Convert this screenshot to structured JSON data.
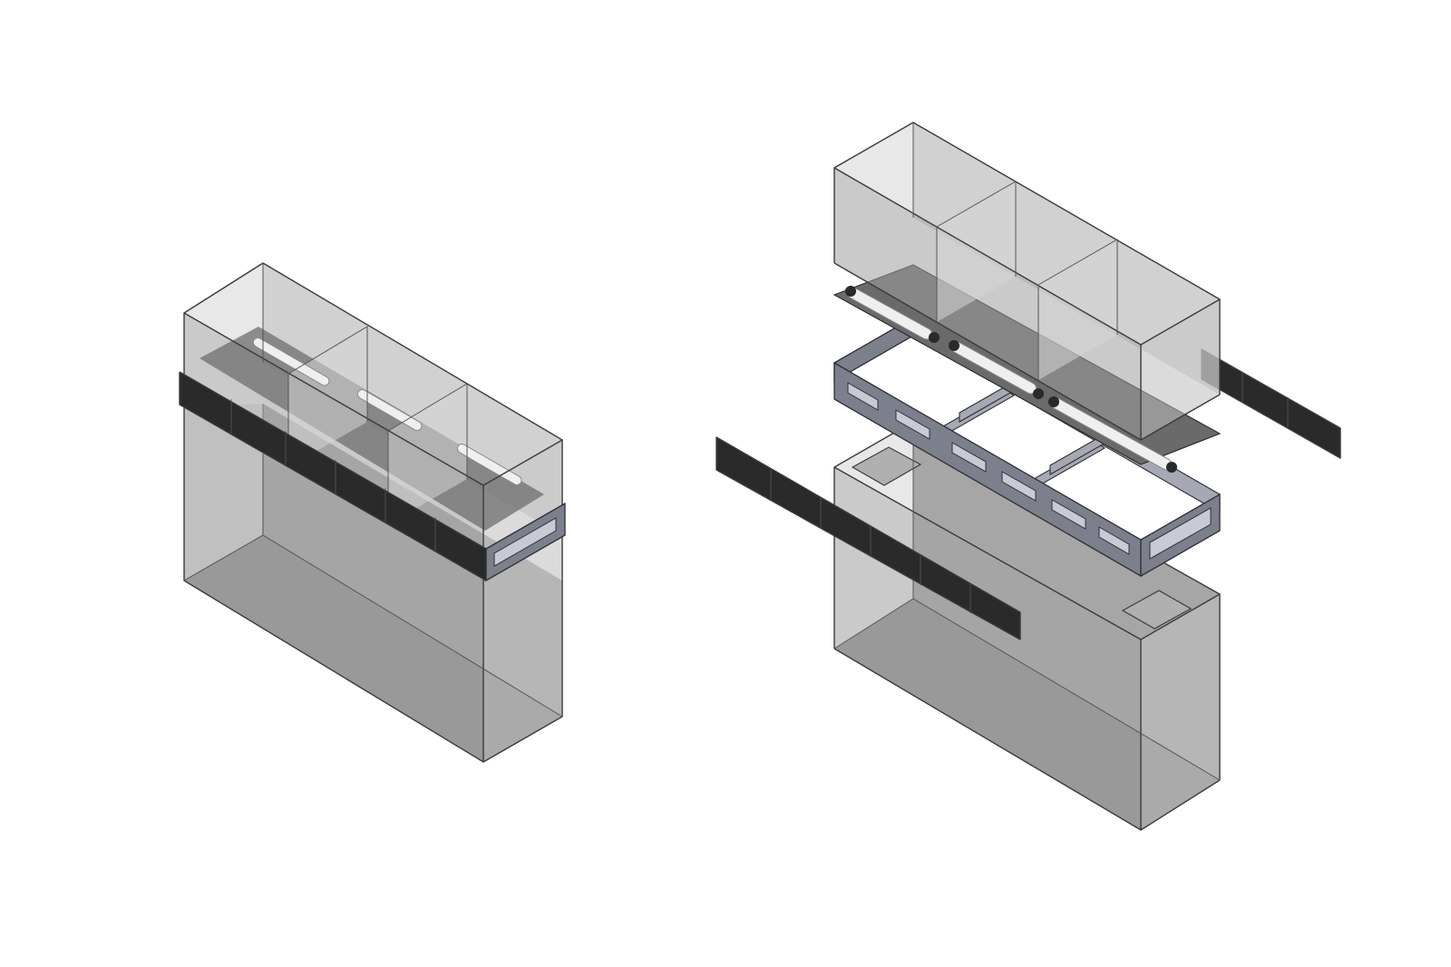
{
  "figure": {
    "assembled_view": {
      "components": [
        "glass-display-case",
        "lighting-tubes",
        "vent-band",
        "frame-end-panel",
        "base-cabinet"
      ],
      "display_compartments": 3,
      "lighting_tubes": 3
    },
    "exploded_view": {
      "components": [
        "glass-display-case",
        "light-mounting-plate",
        "metal-frame",
        "base-cabinet",
        "front-vent-panel",
        "rear-vent-panel"
      ],
      "display_compartments": 3,
      "lighting_tubes": 3,
      "frame_bays": 3,
      "base_top_pads": 2
    }
  },
  "colors": {
    "background": "#ffffff",
    "glass": "#9e9e9e",
    "edge": "#3a3a3a",
    "vent": "#2a2a2a",
    "frame": "#7c7f8c",
    "tube": "#efefef"
  }
}
